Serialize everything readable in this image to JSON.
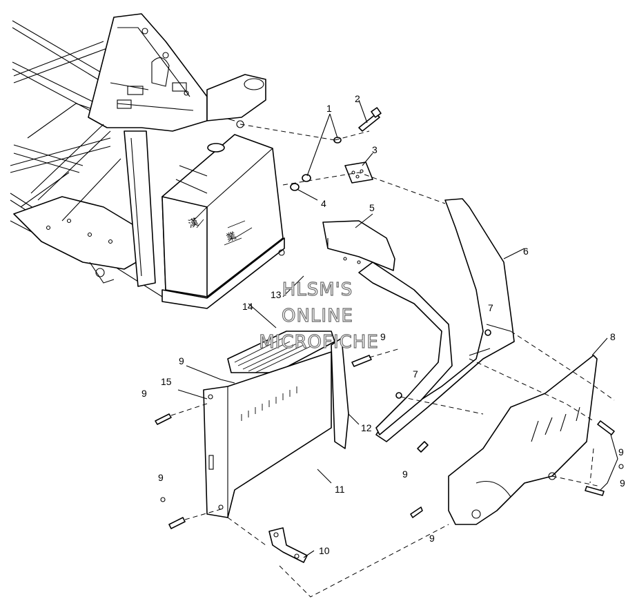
{
  "diagram": {
    "callouts": [
      {
        "id": "c1",
        "text": "1"
      },
      {
        "id": "c2",
        "text": "2"
      },
      {
        "id": "c3",
        "text": "3"
      },
      {
        "id": "c4",
        "text": "4"
      },
      {
        "id": "c5",
        "text": "5"
      },
      {
        "id": "c6",
        "text": "6"
      },
      {
        "id": "c7a",
        "text": "7"
      },
      {
        "id": "c7b",
        "text": "7"
      },
      {
        "id": "c8",
        "text": "8"
      },
      {
        "id": "c9a",
        "text": "9"
      },
      {
        "id": "c9b",
        "text": "9"
      },
      {
        "id": "c9c",
        "text": "9"
      },
      {
        "id": "c9d",
        "text": "9"
      },
      {
        "id": "c9e",
        "text": "9"
      },
      {
        "id": "c9f",
        "text": "9"
      },
      {
        "id": "c9g",
        "text": "9"
      },
      {
        "id": "c9h",
        "text": "9"
      },
      {
        "id": "c10",
        "text": "10"
      },
      {
        "id": "c11",
        "text": "11"
      },
      {
        "id": "c12",
        "text": "12"
      },
      {
        "id": "c13",
        "text": "13"
      },
      {
        "id": "c14",
        "text": "14"
      },
      {
        "id": "c15",
        "text": "15"
      }
    ],
    "watermark": {
      "line1": "HLSM'S",
      "line2": "ONLINE",
      "line3": "MICROFICHE"
    },
    "line_color": "#000000",
    "background": "#ffffff"
  }
}
